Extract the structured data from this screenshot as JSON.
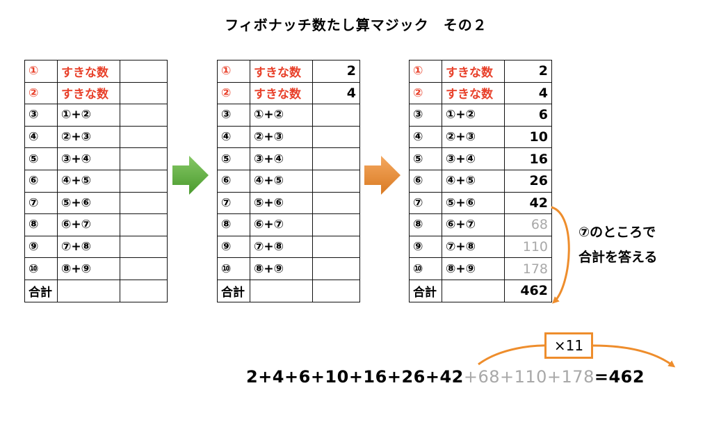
{
  "title": "フィボナッチ数たし算マジック　その２",
  "colors": {
    "accent_red": "#e8402a",
    "arrow_green": "#5fa83c",
    "arrow_orange": "#e8893a",
    "grey_text": "#a8a8a8"
  },
  "table1": {
    "rows": [
      {
        "num": "①",
        "label": "すきな数",
        "value": "",
        "red": true
      },
      {
        "num": "②",
        "label": "すきな数",
        "value": "",
        "red": true
      },
      {
        "num": "③",
        "label": "①+②",
        "value": ""
      },
      {
        "num": "④",
        "label": "②+③",
        "value": ""
      },
      {
        "num": "⑤",
        "label": "③+④",
        "value": ""
      },
      {
        "num": "⑥",
        "label": "④+⑤",
        "value": ""
      },
      {
        "num": "⑦",
        "label": "⑤+⑥",
        "value": ""
      },
      {
        "num": "⑧",
        "label": "⑥+⑦",
        "value": ""
      },
      {
        "num": "⑨",
        "label": "⑦+⑧",
        "value": ""
      },
      {
        "num": "⑩",
        "label": "⑧+⑨",
        "value": ""
      },
      {
        "num": "合計",
        "label": "",
        "value": ""
      }
    ]
  },
  "table2": {
    "rows": [
      {
        "num": "①",
        "label": "すきな数",
        "value": "2",
        "red": true
      },
      {
        "num": "②",
        "label": "すきな数",
        "value": "4",
        "red": true
      },
      {
        "num": "③",
        "label": "①+②",
        "value": ""
      },
      {
        "num": "④",
        "label": "②+③",
        "value": ""
      },
      {
        "num": "⑤",
        "label": "③+④",
        "value": ""
      },
      {
        "num": "⑥",
        "label": "④+⑤",
        "value": ""
      },
      {
        "num": "⑦",
        "label": "⑤+⑥",
        "value": ""
      },
      {
        "num": "⑧",
        "label": "⑥+⑦",
        "value": ""
      },
      {
        "num": "⑨",
        "label": "⑦+⑧",
        "value": ""
      },
      {
        "num": "⑩",
        "label": "⑧+⑨",
        "value": ""
      },
      {
        "num": "合計",
        "label": "",
        "value": ""
      }
    ]
  },
  "table3": {
    "rows": [
      {
        "num": "①",
        "label": "すきな数",
        "value": "2",
        "red": true
      },
      {
        "num": "②",
        "label": "すきな数",
        "value": "4",
        "red": true
      },
      {
        "num": "③",
        "label": "①+②",
        "value": "6"
      },
      {
        "num": "④",
        "label": "②+③",
        "value": "10"
      },
      {
        "num": "⑤",
        "label": "③+④",
        "value": "16"
      },
      {
        "num": "⑥",
        "label": "④+⑤",
        "value": "26"
      },
      {
        "num": "⑦",
        "label": "⑤+⑥",
        "value": "42"
      },
      {
        "num": "⑧",
        "label": "⑥+⑦",
        "value": "68",
        "grey": true
      },
      {
        "num": "⑨",
        "label": "⑦+⑧",
        "value": "110",
        "grey": true
      },
      {
        "num": "⑩",
        "label": "⑧+⑨",
        "value": "178",
        "grey": true
      },
      {
        "num": "合計",
        "label": "",
        "value": "462"
      }
    ]
  },
  "note": {
    "line1": "⑦のところで",
    "line2": "合計を答える"
  },
  "multiplier": "×11",
  "equation": {
    "main": "2+4+6+10+16+26+42",
    "grey": "+68+110+178",
    "result": "=462"
  }
}
